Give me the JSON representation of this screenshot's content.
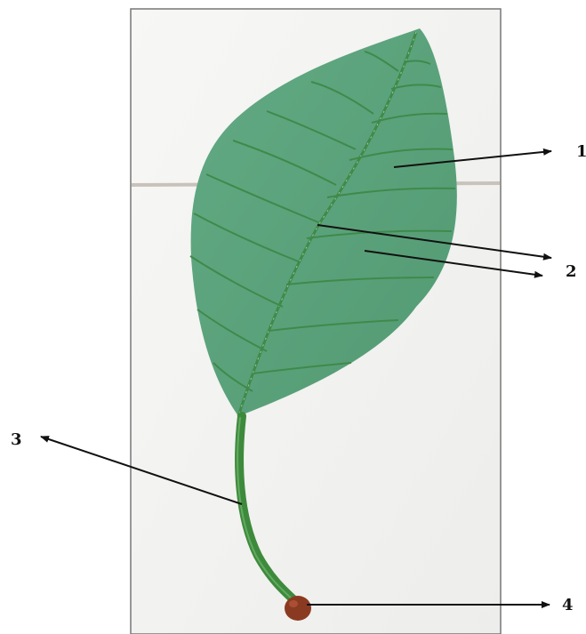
{
  "figure": {
    "labels": [
      {
        "id": "blade",
        "text": "1"
      },
      {
        "id": "veins",
        "text": "2"
      },
      {
        "id": "petiole",
        "text": "3"
      },
      {
        "id": "base",
        "text": "4"
      }
    ]
  },
  "colors": {
    "leaf": "#5da47f",
    "leaf_shade": "#4f9670",
    "vein": "#3f8a4a",
    "vein_thread": "#cfe7c4",
    "stalk": "#3e8a3c",
    "bead": "#8b3a22",
    "arrow": "#111111",
    "frame_border": "#777777",
    "frame_bg": "#f4f4f2",
    "seam": "#c9c2bb"
  }
}
